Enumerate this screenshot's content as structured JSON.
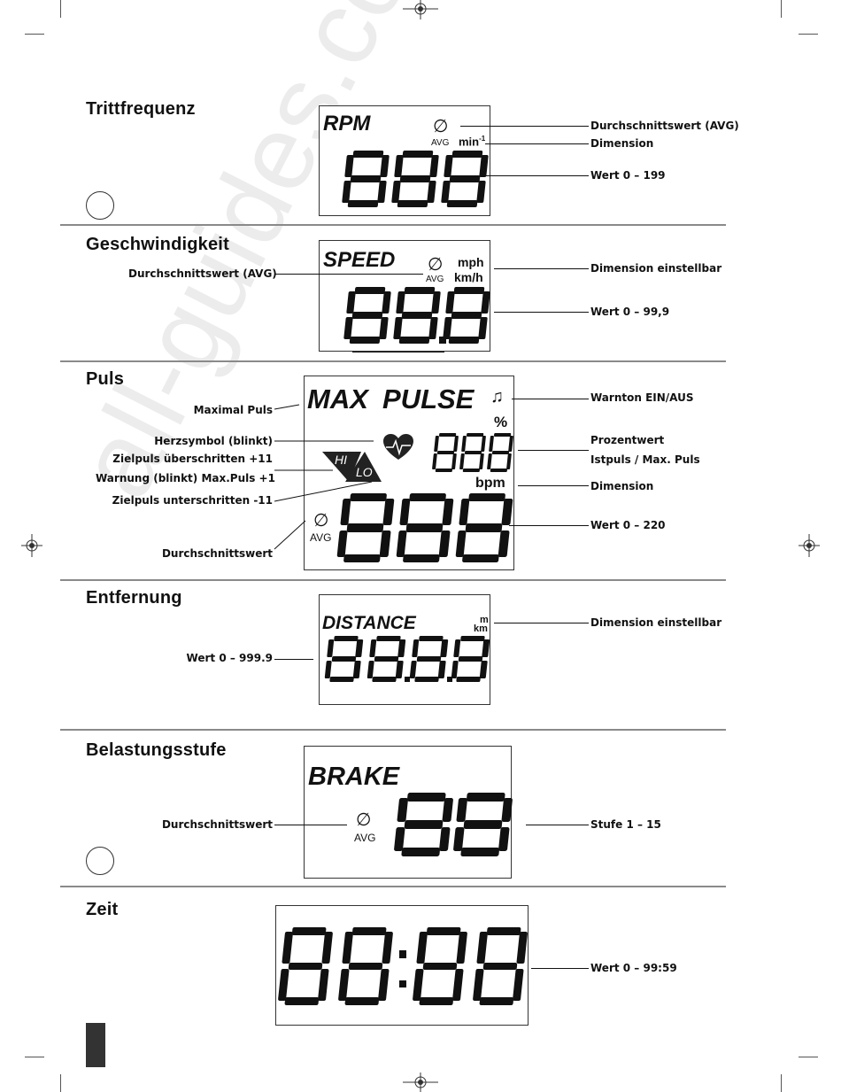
{
  "watermark": "all-guides.com",
  "sections": {
    "rpm": {
      "heading": "Trittfrequenz",
      "lcd_word": "RPM",
      "avg_symbol": "∅",
      "avg_text": "AVG",
      "unit": "min",
      "unit_sup": "-1",
      "digits": "888",
      "labels": [
        "Durchschnittswert (AVG)",
        "Dimension",
        "Wert 0 – 199"
      ]
    },
    "speed": {
      "heading": "Geschwindigkeit",
      "lcd_word": "SPEED",
      "avg_symbol": "∅",
      "avg_text": "AVG",
      "unit1": "mph",
      "unit2": "km/h",
      "digits": "88.8",
      "label_left": "Durchschnittswert (AVG)",
      "labels": [
        "Dimension einstellbar",
        "Wert 0 – 99,9"
      ]
    },
    "pulse": {
      "heading": "Puls",
      "lcd_word1": "MAX",
      "lcd_word2": "PULSE",
      "note_icon": "♫",
      "percent": "%",
      "bpm": "bpm",
      "hi": "HI",
      "lo": "LO",
      "avg_symbol": "∅",
      "avg_text": "AVG",
      "small_digits": "888",
      "digits": "888",
      "labels_left": [
        "Maximal Puls",
        "Herzsymbol (blinkt)",
        "Zielpuls überschritten +11",
        "Warnung (blinkt) Max.Puls +1",
        "Zielpuls unterschritten -11",
        "Durchschnittswert"
      ],
      "labels_right": [
        "Warnton EIN/AUS",
        "Prozentwert",
        "Istpuls / Max. Puls",
        "Dimension",
        "Wert 0 – 220"
      ]
    },
    "distance": {
      "heading": "Entfernung",
      "lcd_word": "DISTANCE",
      "unit1": "m",
      "unit2": "km",
      "digits": "88.8.8",
      "label_left": "Wert 0 – 999.9",
      "labels": [
        "Dimension einstellbar"
      ]
    },
    "brake": {
      "heading": "Belastungsstufe",
      "lcd_word": "BRAKE",
      "avg_symbol": "∅",
      "avg_text": "AVG",
      "digits": "88",
      "label_left": "Durchschnittswert",
      "labels": [
        "Stufe 1 – 15"
      ]
    },
    "time": {
      "heading": "Zeit",
      "digits": "88:88",
      "labels": [
        "Wert 0 – 99:59"
      ]
    }
  }
}
